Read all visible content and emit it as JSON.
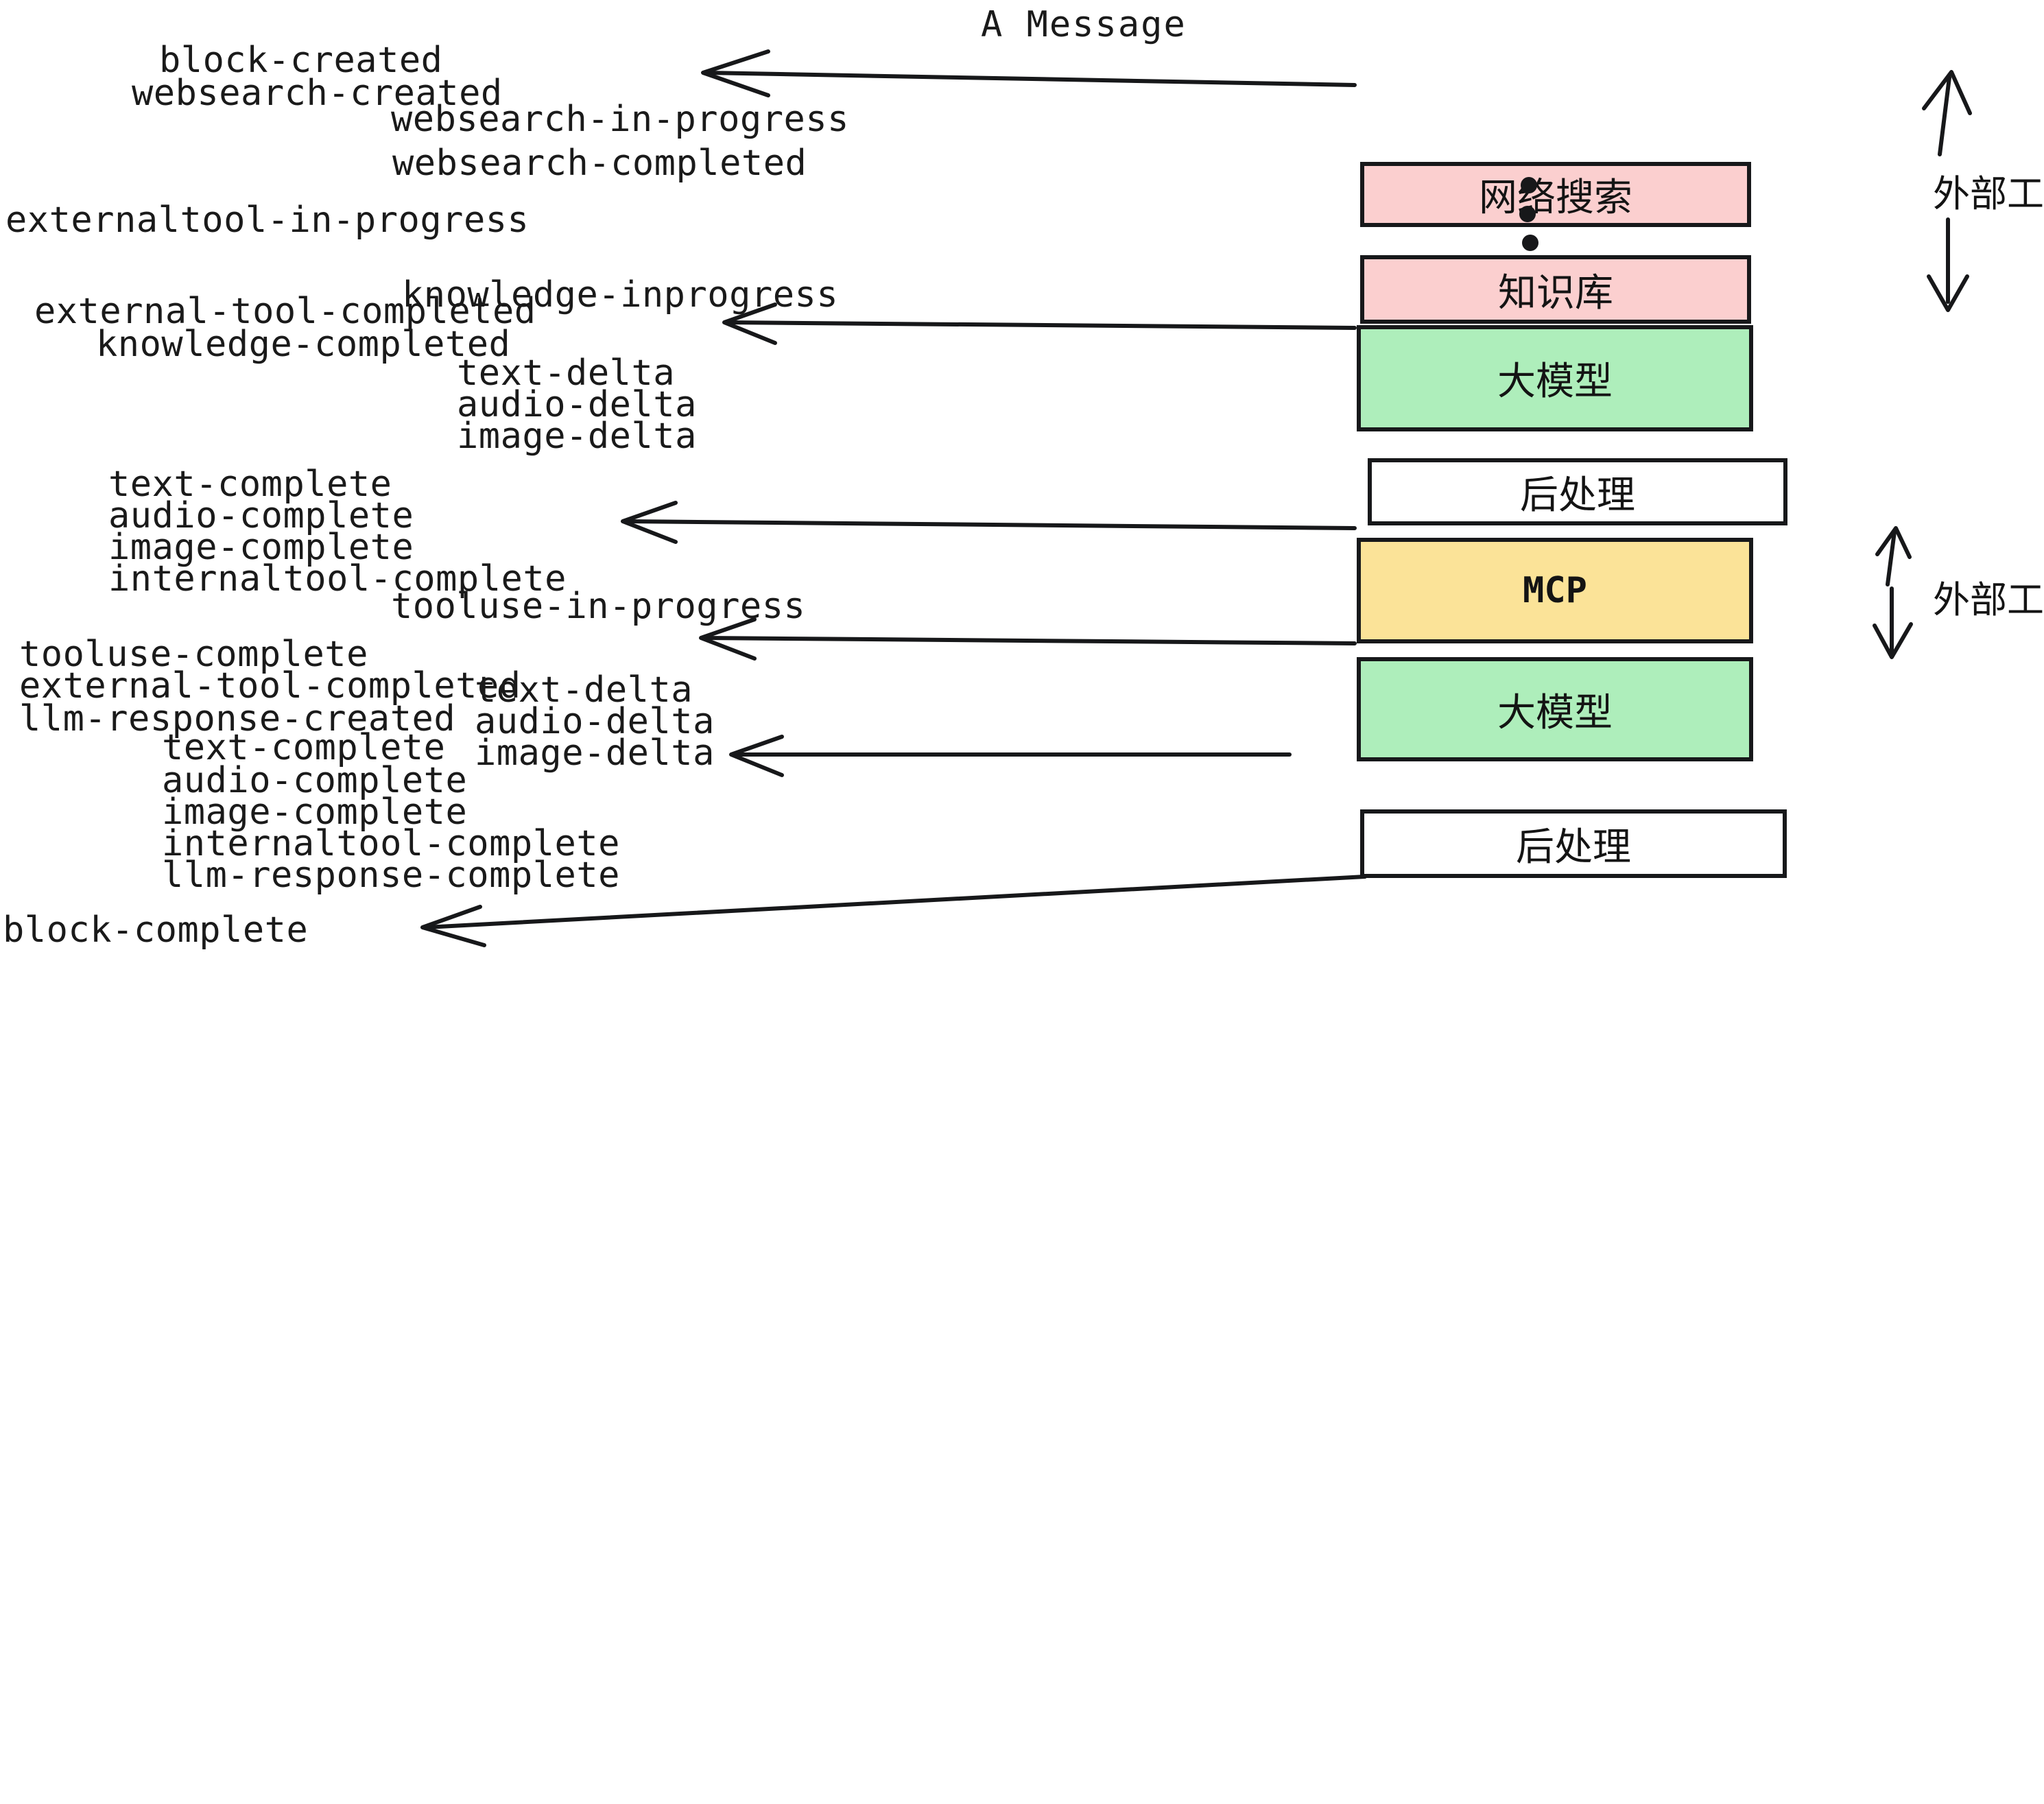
{
  "title": "A Message",
  "colors": {
    "pink": "#fbcfcf",
    "green": "#aeeebb",
    "yellow": "#fbe398",
    "white": "#ffffff",
    "stroke": "#17181a",
    "background": "#ffffff"
  },
  "boxes": [
    {
      "id": "websearch",
      "label": "网络搜索",
      "fill": "pink"
    },
    {
      "id": "knowledge",
      "label": "知识库",
      "fill": "pink"
    },
    {
      "id": "llm-1",
      "label": "大模型",
      "fill": "green"
    },
    {
      "id": "postprocess-1",
      "label": "后处理",
      "fill": "white"
    },
    {
      "id": "mcp",
      "label": "MCP",
      "fill": "yellow"
    },
    {
      "id": "llm-2",
      "label": "大模型",
      "fill": "green"
    },
    {
      "id": "postprocess-2",
      "label": "后处理",
      "fill": "white"
    }
  ],
  "side_labels": [
    {
      "id": "external-tools-top",
      "text": "外部工具"
    },
    {
      "id": "external-tools-bottom",
      "text": "外部工具"
    }
  ],
  "events": [
    {
      "id": "e01",
      "text": "block-created"
    },
    {
      "id": "e02",
      "text": "websearch-created"
    },
    {
      "id": "e03",
      "text": "websearch-in-progress"
    },
    {
      "id": "e04",
      "text": "websearch-completed"
    },
    {
      "id": "e05",
      "text": "externaltool-in-progress"
    },
    {
      "id": "e06",
      "text": "knowledge-inprogress"
    },
    {
      "id": "e07",
      "text": "external-tool-completed"
    },
    {
      "id": "e08",
      "text": "knowledge-completed"
    },
    {
      "id": "e09",
      "text": "text-delta"
    },
    {
      "id": "e10",
      "text": "audio-delta"
    },
    {
      "id": "e11",
      "text": "image-delta"
    },
    {
      "id": "e12",
      "text": "text-complete"
    },
    {
      "id": "e13",
      "text": "audio-complete"
    },
    {
      "id": "e14",
      "text": "image-complete"
    },
    {
      "id": "e15",
      "text": "internaltool-complete"
    },
    {
      "id": "e16",
      "text": "tooluse-in-progress"
    },
    {
      "id": "e17",
      "text": "tooluse-complete"
    },
    {
      "id": "e18",
      "text": "external-tool-completed"
    },
    {
      "id": "e19",
      "text": "llm-response-created"
    },
    {
      "id": "e20",
      "text": "text-delta"
    },
    {
      "id": "e21",
      "text": "audio-delta"
    },
    {
      "id": "e22",
      "text": "image-delta"
    },
    {
      "id": "e23",
      "text": "text-complete"
    },
    {
      "id": "e24",
      "text": "audio-complete"
    },
    {
      "id": "e25",
      "text": "image-complete"
    },
    {
      "id": "e26",
      "text": "internaltool-complete"
    },
    {
      "id": "e27",
      "text": "llm-response-complete"
    },
    {
      "id": "e28",
      "text": "block-complete"
    }
  ],
  "arrows": [
    {
      "id": "arrow-websearch-out",
      "direction": "left"
    },
    {
      "id": "arrow-knowledge-out",
      "direction": "left"
    },
    {
      "id": "arrow-llm1-out",
      "direction": "left"
    },
    {
      "id": "arrow-mcp-out",
      "direction": "left"
    },
    {
      "id": "arrow-llm2-out",
      "direction": "left"
    },
    {
      "id": "arrow-postprocess2-out",
      "direction": "left"
    },
    {
      "id": "arrow-external-up-top",
      "direction": "up"
    },
    {
      "id": "arrow-external-down-top",
      "direction": "down"
    },
    {
      "id": "arrow-external-up-bottom",
      "direction": "up"
    },
    {
      "id": "arrow-external-down-bottom",
      "direction": "down"
    }
  ],
  "ellipsis": {
    "id": "vertical-ellipsis",
    "count": 3
  }
}
